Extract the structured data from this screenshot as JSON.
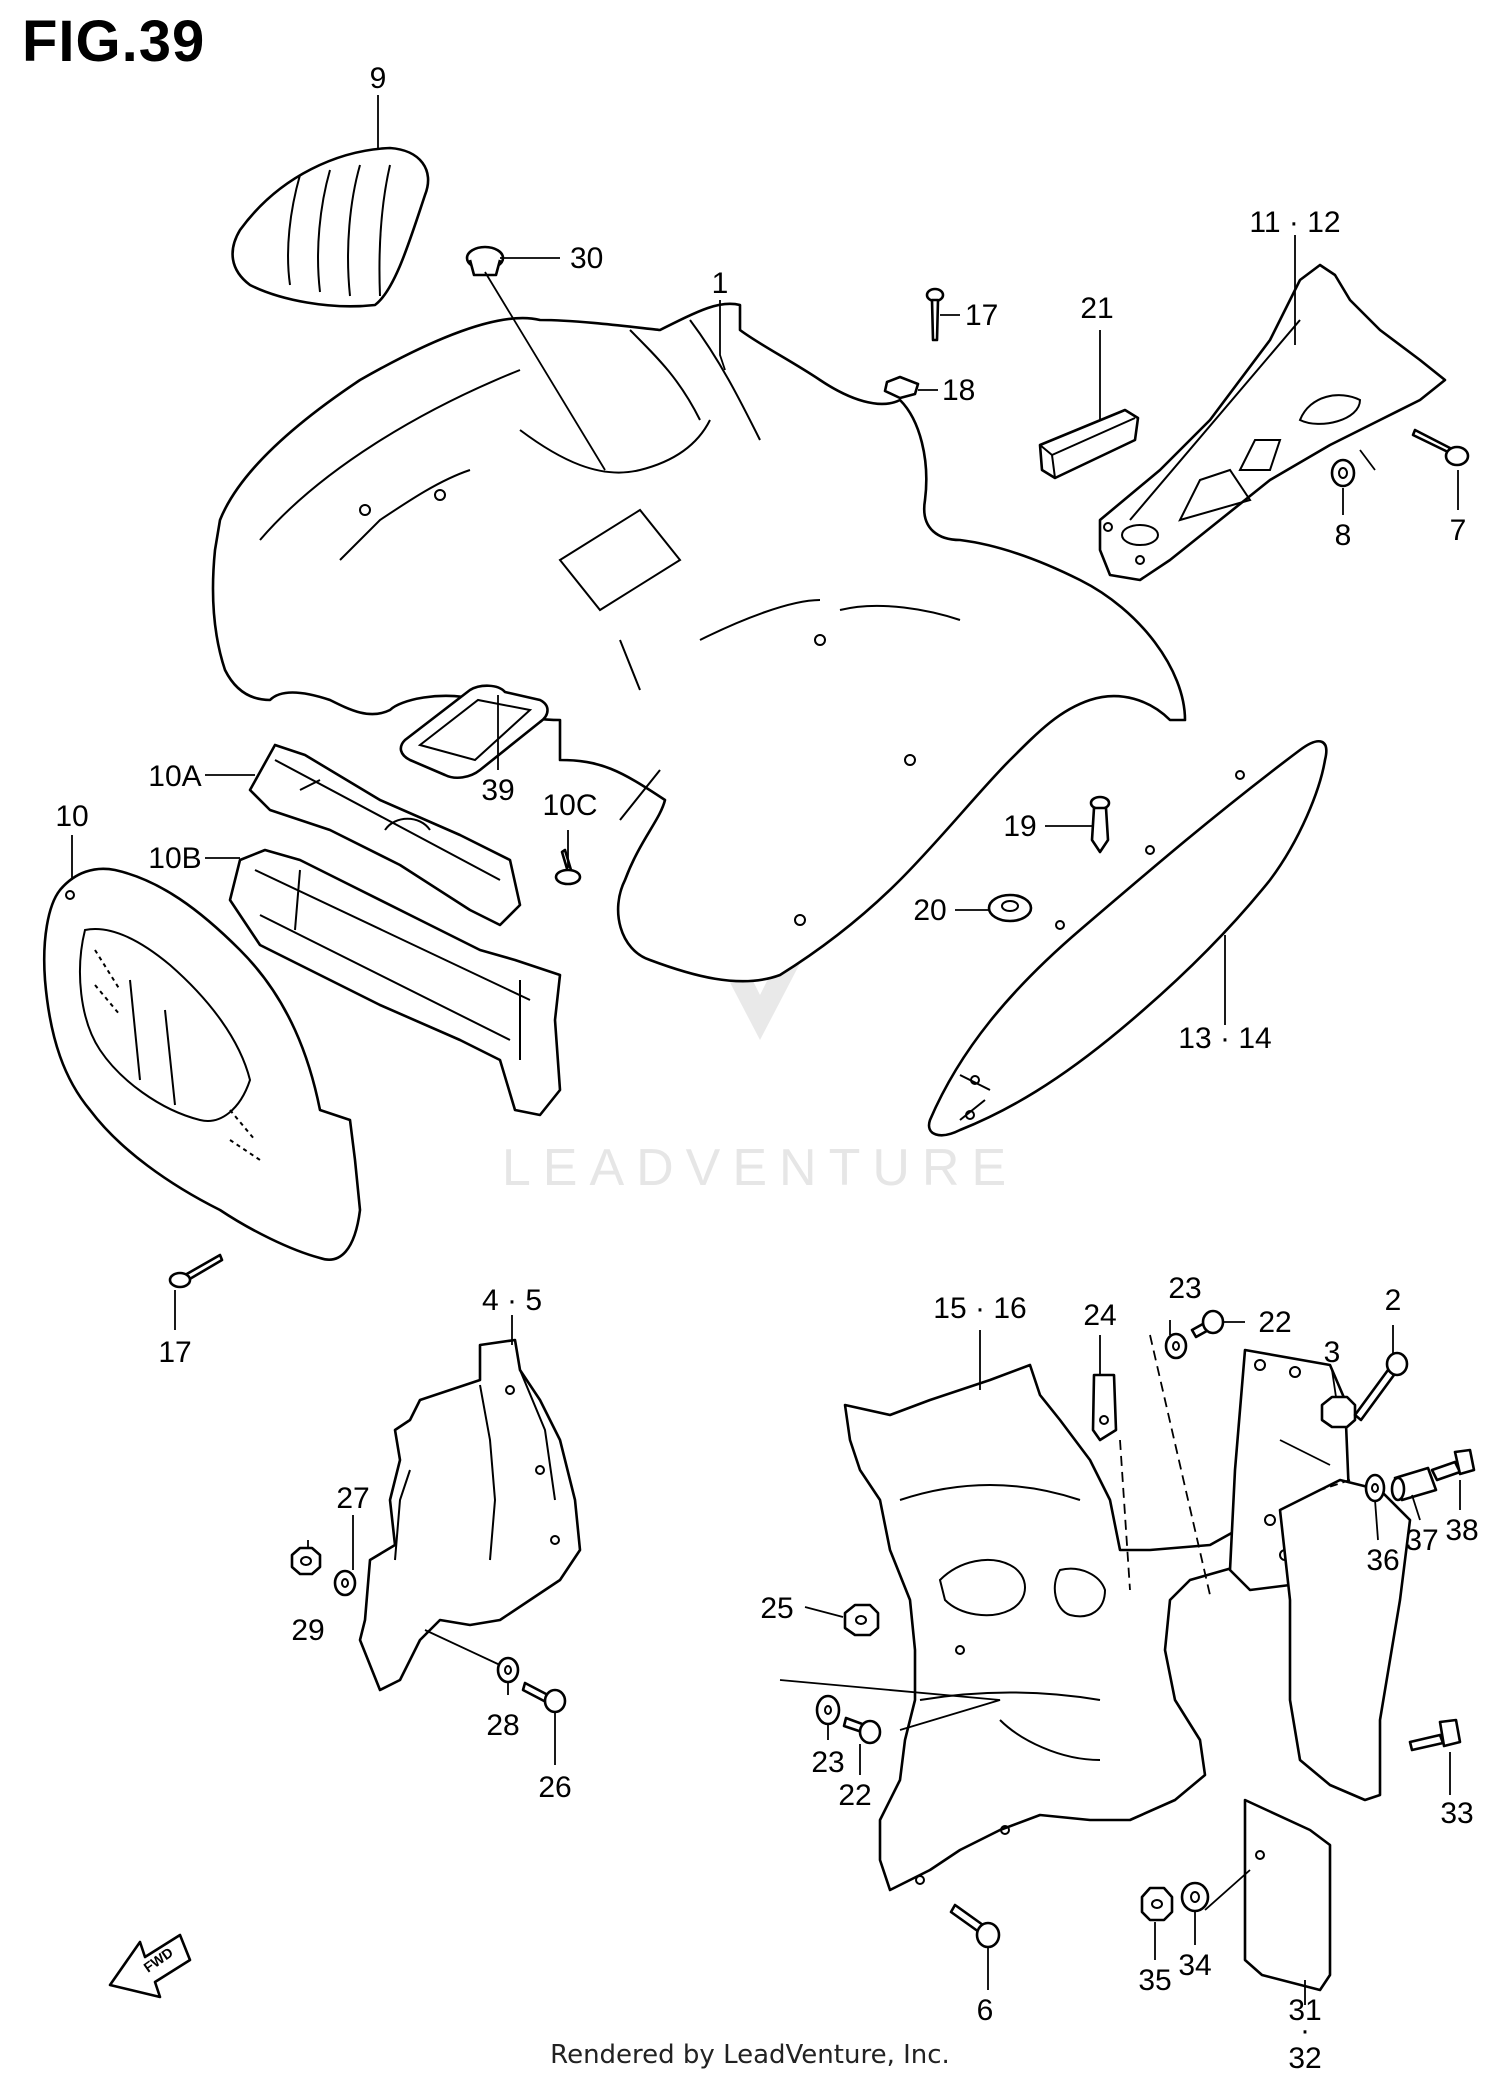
{
  "figure": {
    "title": "FIG.39"
  },
  "watermark": {
    "brand": "LEADVENTURE"
  },
  "footer": {
    "text": "Rendered by LeadVenture, Inc."
  },
  "direction_arrow": {
    "label": "FWD"
  },
  "callouts": {
    "c1": "1",
    "c2": "2",
    "c3": "3",
    "c45": "4 · 5",
    "c6": "6",
    "c7": "7",
    "c8": "8",
    "c9": "9",
    "c10": "10",
    "c10a": "10A",
    "c10b": "10B",
    "c10c": "10C",
    "c1112": "11 · 12",
    "c1314": "13 · 14",
    "c1516": "15 · 16",
    "c17a": "17",
    "c17b": "17",
    "c18": "18",
    "c19": "19",
    "c20": "20",
    "c21": "21",
    "c22a": "22",
    "c22b": "22",
    "c23a": "23",
    "c23b": "23",
    "c24": "24",
    "c25": "25",
    "c26": "26",
    "c27": "27",
    "c28": "28",
    "c29": "29",
    "c30": "30",
    "c31": "31",
    "c32": "32",
    "c3132dot": "·",
    "c33": "33",
    "c34": "34",
    "c35": "35",
    "c36": "36",
    "c37": "37",
    "c38": "38",
    "c39": "39"
  }
}
